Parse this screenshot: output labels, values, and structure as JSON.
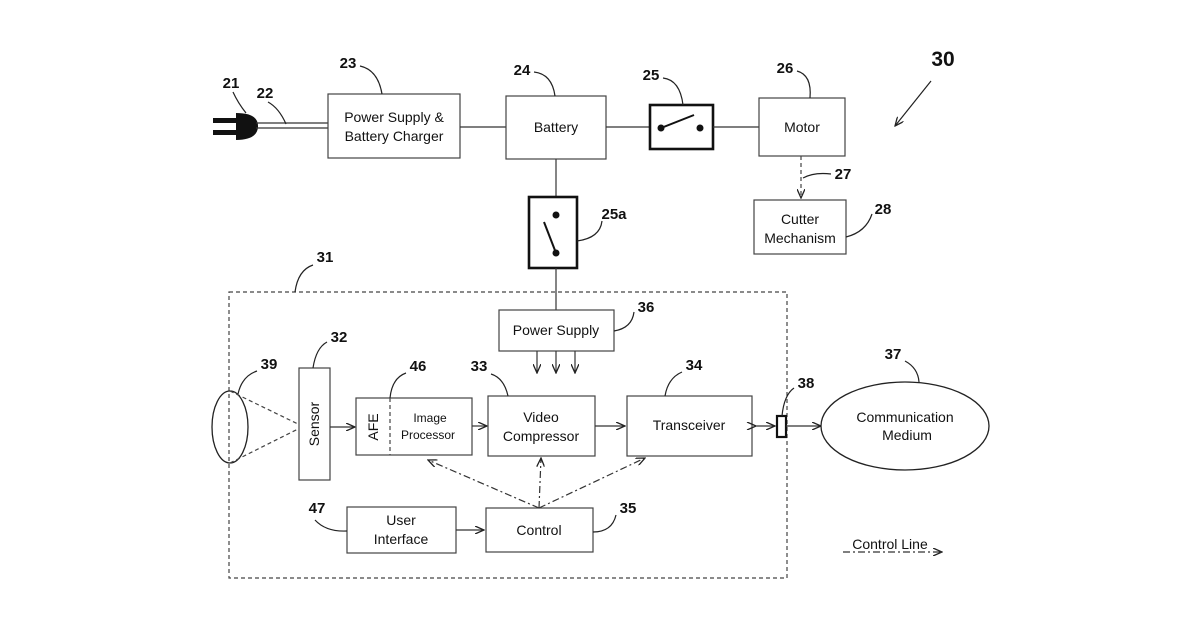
{
  "figure_number": "30",
  "ref": {
    "r21": "21",
    "r22": "22",
    "r23": "23",
    "r24": "24",
    "r25": "25",
    "r25a": "25a",
    "r26": "26",
    "r27": "27",
    "r28": "28",
    "r31": "31",
    "r32": "32",
    "r33": "33",
    "r34": "34",
    "r35": "35",
    "r36": "36",
    "r37": "37",
    "r38": "38",
    "r39": "39",
    "r46": "46",
    "r47": "47"
  },
  "blocks": {
    "charger_line1": "Power Supply &",
    "charger_line2": "Battery Charger",
    "battery": "Battery",
    "motor": "Motor",
    "cutter_line1": "Cutter",
    "cutter_line2": "Mechanism",
    "power_supply": "Power Supply",
    "sensor": "Sensor",
    "afe": "AFE",
    "image_processor_line1": "Image",
    "image_processor_line2": "Processor",
    "video_compressor_line1": "Video",
    "video_compressor_line2": "Compressor",
    "transceiver": "Transceiver",
    "communication_medium_line1": "Communication",
    "communication_medium_line2": "Medium",
    "user_interface_line1": "User",
    "user_interface_line2": "Interface",
    "control": "Control"
  },
  "legend": {
    "control_line": "Control Line"
  }
}
